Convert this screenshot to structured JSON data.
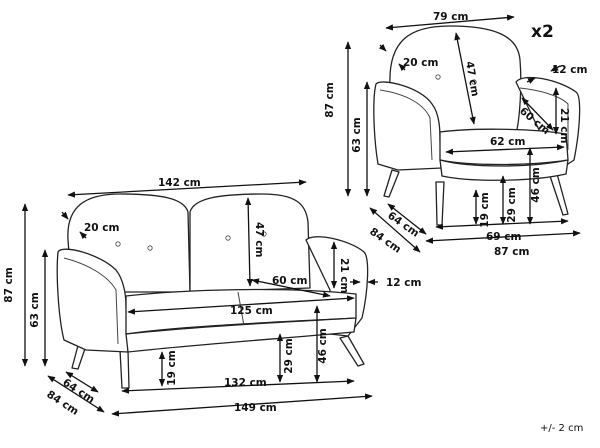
{
  "quantity_label": "x2",
  "tolerance": "+/- 2 cm",
  "armchair": {
    "width_top": "79 cm",
    "corner_radius": "20 cm",
    "back_height": "47 cm",
    "arm_width": "12 cm",
    "seat_depth": "60 cm",
    "arm_height": "21 cm",
    "seat_width": "62 cm",
    "total_height": "87 cm",
    "arm_top_height": "63 cm",
    "seat_height": "46 cm",
    "seat_cushion_height": "29 cm",
    "leg_height": "19 cm",
    "inner_depth": "64 cm",
    "total_depth": "84 cm",
    "leg_width": "69 cm",
    "total_width": "87 cm"
  },
  "sofa": {
    "width_top": "142 cm",
    "corner_radius": "20 cm",
    "back_height": "47 cm",
    "seat_depth": "60 cm",
    "arm_height": "21 cm",
    "arm_width": "12 cm",
    "seat_width": "125 cm",
    "total_height": "87 cm",
    "arm_top_height": "63 cm",
    "seat_height": "46 cm",
    "seat_cushion_height": "29 cm",
    "leg_height": "19 cm",
    "inner_depth": "64 cm",
    "total_depth": "84 cm",
    "leg_width": "132 cm",
    "total_width": "149 cm"
  }
}
